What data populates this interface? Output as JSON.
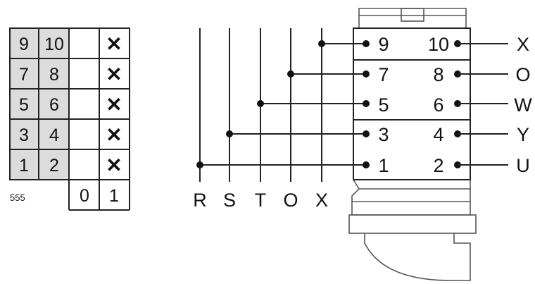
{
  "switch_table": {
    "rows": [
      {
        "a": "9",
        "b": "10",
        "mark": "✕"
      },
      {
        "a": "7",
        "b": "8",
        "mark": "✕"
      },
      {
        "a": "5",
        "b": "6",
        "mark": "✕"
      },
      {
        "a": "3",
        "b": "4",
        "mark": "✕"
      },
      {
        "a": "1",
        "b": "2",
        "mark": "✕"
      }
    ],
    "footer_code": "555",
    "positions": [
      "0",
      "1"
    ]
  },
  "bus_labels": [
    "R",
    "S",
    "T",
    "O",
    "X"
  ],
  "terminals": {
    "left": [
      "9",
      "7",
      "5",
      "3",
      "1"
    ],
    "right": [
      "10",
      "8",
      "6",
      "4",
      "2"
    ]
  },
  "outputs": [
    "X",
    "O",
    "W",
    "Y",
    "U"
  ],
  "colors": {
    "cell_fill": "#dcdcdc",
    "line": "#222222",
    "body_outline": "#777777"
  }
}
